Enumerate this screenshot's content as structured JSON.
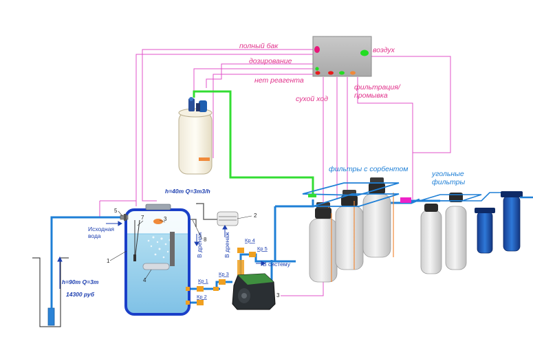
{
  "controller_labels": {
    "full_tank": "полный бак",
    "dosing": "дозирование",
    "no_reagent": "нет реагента",
    "dry_run": "сухой ход",
    "air": "воздух",
    "filtration_line1": "фильтрация/",
    "filtration_line2": "промывка"
  },
  "section_labels": {
    "sorbent_filters": "фильтры с сорбентом",
    "carbon_line1": "угольные",
    "carbon_line2": "фильтры"
  },
  "well": {
    "spec": "h=90m Q=3m",
    "price": "14300 руб"
  },
  "tank": {
    "pump_spec": "h=40m Q=3m3/h",
    "inlet_line1": "Исходная",
    "inlet_line2": "вода"
  },
  "drain_labels": {
    "drain_left": "В дренаж",
    "drain_right": "В дренаж",
    "to_system": "В систему"
  },
  "valves": {
    "kr1": "Кр 1",
    "kr2": "Кр 2",
    "kr3": "Кр 3",
    "kr4": "Кр 4",
    "kr5": "Кр 5"
  },
  "callouts": {
    "n1": "1",
    "n2": "2",
    "n3": "3",
    "n3b": "3",
    "n4": "4",
    "n5": "5",
    "n7": "7",
    "n8": "8"
  },
  "colors": {
    "pipe_blue": "#1e7fd6",
    "signal_pink": "#e050c8",
    "dosing_green": "#33dd33",
    "drain_gray": "#6b6b6b",
    "valve_orange": "#f0a020",
    "controller_gray": "#b7b7b7"
  }
}
